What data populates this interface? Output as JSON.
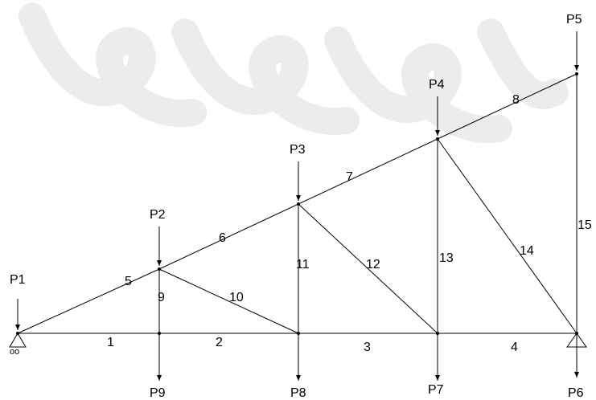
{
  "diagram": {
    "loads": [
      {
        "label": "P1",
        "node": "A",
        "dir": "down",
        "side": "top"
      },
      {
        "label": "P2",
        "node": "B",
        "dir": "down",
        "side": "top"
      },
      {
        "label": "P3",
        "node": "C",
        "dir": "down",
        "side": "top"
      },
      {
        "label": "P4",
        "node": "D",
        "dir": "down",
        "side": "top"
      },
      {
        "label": "P5",
        "node": "E",
        "dir": "down",
        "side": "top"
      },
      {
        "label": "P6",
        "node": "F",
        "dir": "down",
        "side": "bottom"
      },
      {
        "label": "P7",
        "node": "G",
        "dir": "down",
        "side": "bottom"
      },
      {
        "label": "P8",
        "node": "H",
        "dir": "down",
        "side": "bottom"
      },
      {
        "label": "P9",
        "node": "I",
        "dir": "down",
        "side": "bottom"
      }
    ],
    "members": [
      {
        "label": "1",
        "from": "A",
        "to": "I"
      },
      {
        "label": "2",
        "from": "I",
        "to": "H"
      },
      {
        "label": "3",
        "from": "H",
        "to": "G"
      },
      {
        "label": "4",
        "from": "G",
        "to": "F"
      },
      {
        "label": "5",
        "from": "A",
        "to": "B"
      },
      {
        "label": "6",
        "from": "B",
        "to": "C"
      },
      {
        "label": "7",
        "from": "C",
        "to": "D"
      },
      {
        "label": "8",
        "from": "D",
        "to": "E"
      },
      {
        "label": "9",
        "from": "B",
        "to": "I"
      },
      {
        "label": "10",
        "from": "B",
        "to": "H"
      },
      {
        "label": "11",
        "from": "C",
        "to": "H"
      },
      {
        "label": "12",
        "from": "C",
        "to": "G"
      },
      {
        "label": "13",
        "from": "D",
        "to": "G"
      },
      {
        "label": "14",
        "from": "D",
        "to": "F"
      },
      {
        "label": "15",
        "from": "E",
        "to": "F"
      }
    ],
    "supports": [
      {
        "node": "A",
        "type": "roller",
        "symbol": "oo"
      },
      {
        "node": "F",
        "type": "pin"
      }
    ]
  }
}
